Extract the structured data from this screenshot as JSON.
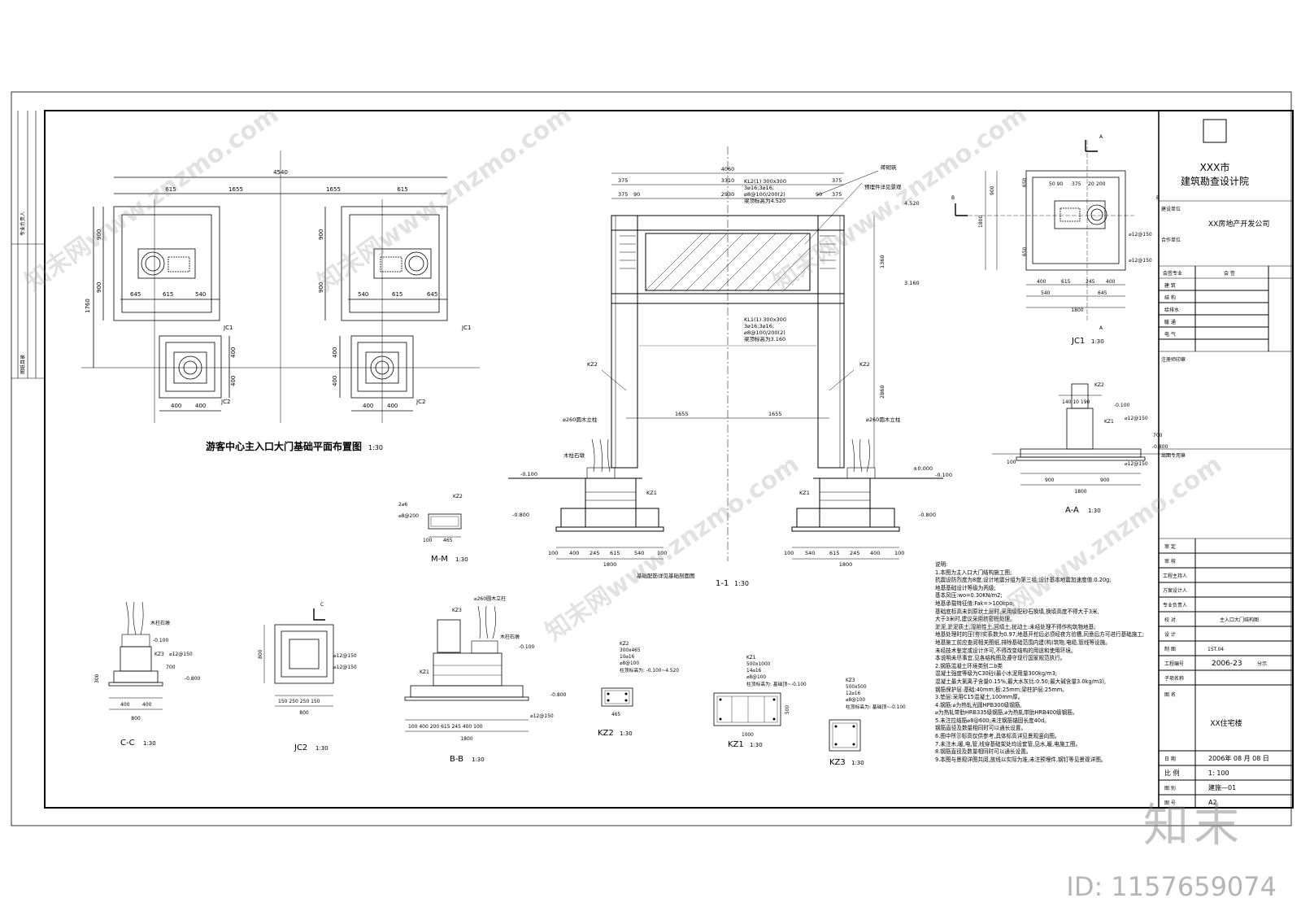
{
  "titles": {
    "plan": "游客中心主入口大门基础平面布置图",
    "plan_scale": "1:30",
    "section_11": "1-1",
    "section_mm": "M-M",
    "section_aa": "A-A",
    "section_bb": "B-B",
    "section_cc": "C-C",
    "detail_jc1": "JC1",
    "detail_jc2": "JC2",
    "detail_kz1": "KZ1",
    "detail_kz2": "KZ2",
    "detail_kz3": "KZ3",
    "scale": "1:30"
  },
  "plan_dims": {
    "total": "4540",
    "half_l": "1655",
    "half_r": "1655",
    "edge_l": "615",
    "edge_r": "615",
    "height": "1760",
    "h900a": "900",
    "h900b": "900",
    "h400a": "400",
    "h400b": "400",
    "l645": "645",
    "l615": "615",
    "l540": "540",
    "r540": "540",
    "r615": "615",
    "r645": "645",
    "b400a": "400",
    "b400b": "400",
    "jc1": "JC1",
    "jc2": "JC2"
  },
  "elevation": {
    "top_total": "4060",
    "top_inner": "3310",
    "top_375a": "375",
    "top_375b": "375",
    "top_2930": "2930",
    "top_90a": "90",
    "top_90b": "90",
    "beam_label_1": "KL2(1) 300x300",
    "beam_label_2": "3⌀16;3⌀16;",
    "beam_label_3": "⌀8@100/200(2)",
    "beam_label_4": "梁顶标高为4.520",
    "mid_label_1": "KL1(1) 300x300",
    "mid_label_2": "3⌀16;3⌀16;",
    "mid_label_3": "⌀8@100/200(2)",
    "mid_label_4": "梁顶标高为3.160",
    "lvl_4520": "4.520",
    "lvl_3160": "3.160",
    "lvl_0": "±0.000",
    "lvl_m0100a": "-0.100",
    "lvl_m0100b": "-0.100",
    "lvl_m0800a": "-0.800",
    "lvl_m0800b": "-0.800",
    "h1360": "1360",
    "h2860": "2860",
    "span_l": "1655",
    "span_r": "1655",
    "col_kz2a": "KZ2",
    "col_kz2b": "KZ2",
    "kz1a": "KZ1",
    "kz1b": "KZ1",
    "wood_col_a": "⌀260圆木立柱",
    "wood_col_b": "⌀260圆木立柱",
    "stone_a": "木柱石墩",
    "brick": "砖砌筑",
    "embed": "预埋件详见景观",
    "base_1800a": "1800",
    "base_1800b": "1800",
    "foot_note": "基础配筋详见基础剖面图",
    "bot_100": "100",
    "bot_400": "400",
    "bot_245": "245",
    "bot_615": "615",
    "bot_540": "540"
  },
  "aa": {
    "kz2": "KZ2",
    "kz1": "KZ1",
    "lvl": "-0.100",
    "lvl2": "-0.800",
    "w900a": "900",
    "w900b": "900",
    "w1800": "1800",
    "h700": "700",
    "h100": "100",
    "rebar1": "⌀12@150",
    "rebar2": "⌀12@150",
    "top_dims": "140 10 190"
  },
  "jc1": {
    "a": "A",
    "b": "B",
    "d50": "50 90",
    "d375": "375",
    "d200": "200",
    "d20": "20",
    "h1600": "1800",
    "h900": "900",
    "h650a": "650",
    "h650b": "650",
    "b400": "400",
    "b615": "615",
    "b245": "245",
    "b540": "540",
    "b645": "645",
    "b1800": "1800",
    "rebar1": "⌀12@150",
    "rebar2": "⌀12@150"
  },
  "mm": {
    "rebar": "2⌀6",
    "rebar2": "⌀8@200",
    "kz2": "KZ2",
    "w100": "100",
    "w465": "465"
  },
  "kz": {
    "kz2_t1": "KZ2",
    "kz2_t2": "300x465",
    "kz2_t3": "10⌀16",
    "kz2_t4": "⌀8@100",
    "kz2_t5": "柱顶标高为: -0.100~4.520",
    "kz2_w": "465",
    "kz1_t1": "KZ1",
    "kz1_t2": "500x1000",
    "kz1_t3": "14⌀16",
    "kz1_t4": "⌀8@100",
    "kz1_t5": "柱顶标高为: 基础顶~-0.100",
    "kz1_w": "1000",
    "kz1_h": "500",
    "kz3_t1": "KZ3",
    "kz3_t2": "500x500",
    "kz3_t3": "12⌀16",
    "kz3_t4": "⌀8@100",
    "kz3_t5": "柱顶标高为: 基础顶~-0.100"
  },
  "cc": {
    "stone": "木柱石墩",
    "kz3": "KZ3",
    "lvl": "-0.100",
    "lvl2": "-0.800",
    "rebar": "⌀12@150",
    "w800": "800",
    "w400a": "400",
    "w400b": "400",
    "h700": "700",
    "h300": "300"
  },
  "jc2": {
    "c": "C",
    "rebar1": "⌀12@150",
    "rebar2": "⌀12@150",
    "w800": "800",
    "h800": "800",
    "d150": "150 250 250 150"
  },
  "bb": {
    "kz3": "KZ3",
    "kz1": "KZ1",
    "col": "⌀260圆木立柱",
    "stone": "木柱石墩",
    "lvl": "-0.100",
    "lvl2": "-0.800",
    "rebar": "⌀12@150",
    "w1800": "1800",
    "d": "100 400 200 615 245 400 100"
  },
  "notes": {
    "title": "说明:",
    "lines": [
      "1.本图为主入口大门结构施工图;",
      "  抗震设防烈度为8度;设计地震分组为第三组;设计基本地震加速度值:0.20g;",
      "  地基基础设计等级为丙级;",
      "  基本风压:wo=0.30KN/m2;",
      "  地基承载特征值:Fak=>100kpa;",
      "  基础底标高未到原状土层时,采用级配砂石换填,换填高度不得大于3米,",
      "  大于3米时,建议采用挤密桩处理。",
      "  淤泥,淤泥质土,湿陷性土,回填土,扰动土:未经处理不得作构筑物地基;",
      "  地基处理时的压(夯)实系数为0.97;地基开挖后必须经夜方验槽,同意后方可进行基础施工;",
      "  地基施工前应查阅相关图纸,排除基础范围内建(构)筑物,电缆,管线等设施。",
      "  未经技术鉴定或设计许可,不得改变结构的用途和使用环境。",
      "  本说明未尽事宜,见各结构图及遵守现行国家规范执行。",
      "2.钢筋混凝土环境类别二b类",
      "  混凝土强度等级为C30砼(最小水泥用量300kg/m3;",
      "  混凝土最大氯离子含量0.15%,最大水灰比:0.50;最大碱含量3.0kg/m3),",
      "  钢筋保护层:基础:40mm;板:25mm;梁柱护层:25mm。",
      "3.垫层:采用C15混凝土,100mm厚。",
      "4.钢筋:⌀为热轧光圆HPB300级钢筋,",
      "  ⌀为热轧带肋HRB335级钢筋,⌀为热轧带肋HRB400级钢筋。",
      "5.未注拉结筋⌀8@600;未注钢筋锚固长度40d。",
      "  钢筋直径及数量相同时可以通长设置。",
      "6.图中所示标高仅供参考,具体标高详见景观竖向图。",
      "7.未注木,暖,电,管,线穿基础架处均设套管,见水,暖,电施工图。",
      "8.钢筋直径及数量相同时可以通长设置。",
      "9.本图与景观详图共阅,放线以实际为准,未注预埋件,钢钉等见景观详图。"
    ]
  },
  "titleblock": {
    "city": "XXX市",
    "institute": "建筑勘查设计院",
    "owner_label": "建设单位",
    "owner": "XX房地产开发公司",
    "partner_label": "合作单位",
    "sign_label": "会签专业",
    "sign_col": "会   签",
    "disc": [
      "建  筑",
      "结  构",
      "给排水",
      "暖  通",
      "电  气"
    ],
    "reg_seal": "注册师印章",
    "out_seal": "出图专用章",
    "roles": [
      "审  定",
      "审  核",
      "工程主持人",
      "方案设计人",
      "专业负责人",
      "校  对",
      "设  计",
      "制  图",
      "工程编号",
      "子项名称"
    ],
    "drawing_title": "主入口大门结构图",
    "drawing_code": "1ST.04",
    "project_no": "2006-23",
    "project_suffix": "分示",
    "drawing_name_label": "图  名",
    "drawing_name": "XX住宅楼",
    "date_label": "日  期",
    "date": "2006年 08 月 08 日",
    "scale_label": "比  例",
    "scale": "1: 100",
    "num_label": "图  别",
    "num": "建施—01",
    "size_label": "图  号",
    "size": "A2"
  },
  "left_strip": {
    "t1": "专业负责人",
    "t2": "图纸目录"
  },
  "watermark": {
    "text": "知末网www.znzmo.com",
    "brand": "知末",
    "id": "ID: 1157659074"
  }
}
